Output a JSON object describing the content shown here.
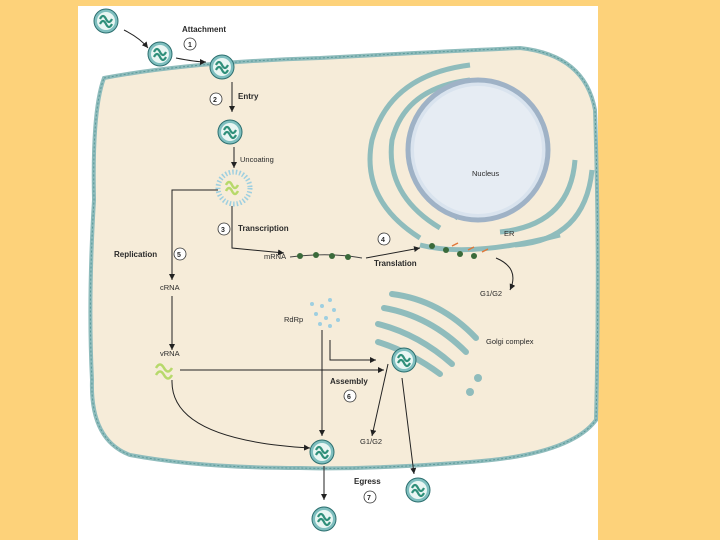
{
  "steps": {
    "attachment": {
      "label": "Attachment",
      "num": "1"
    },
    "entry": {
      "label": "Entry",
      "num": "2"
    },
    "uncoating": {
      "label": "Uncoating"
    },
    "transcription": {
      "label": "Transcription",
      "num": "3"
    },
    "translation": {
      "label": "Translation",
      "num": "4"
    },
    "replication": {
      "label": "Replication",
      "num": "5"
    },
    "assembly": {
      "label": "Assembly",
      "num": "6"
    },
    "egress": {
      "label": "Egress",
      "num": "7"
    }
  },
  "organelles": {
    "nucleus": "Nucleus",
    "er": "ER",
    "golgi": "Golgi complex"
  },
  "molecules": {
    "mrna": "mRNA",
    "crna": "cRNA",
    "vrna": "vRNA",
    "rdrp": "RdRp",
    "g1g2_top": "G1/G2",
    "g1g2_bottom": "G1/G2"
  },
  "colors": {
    "cytoplasm": "#f6ecd9",
    "membrane": "#8fbcbc",
    "virion": "#2f8f7a",
    "rna": "#b7d96b",
    "background": "#fdd27a"
  }
}
